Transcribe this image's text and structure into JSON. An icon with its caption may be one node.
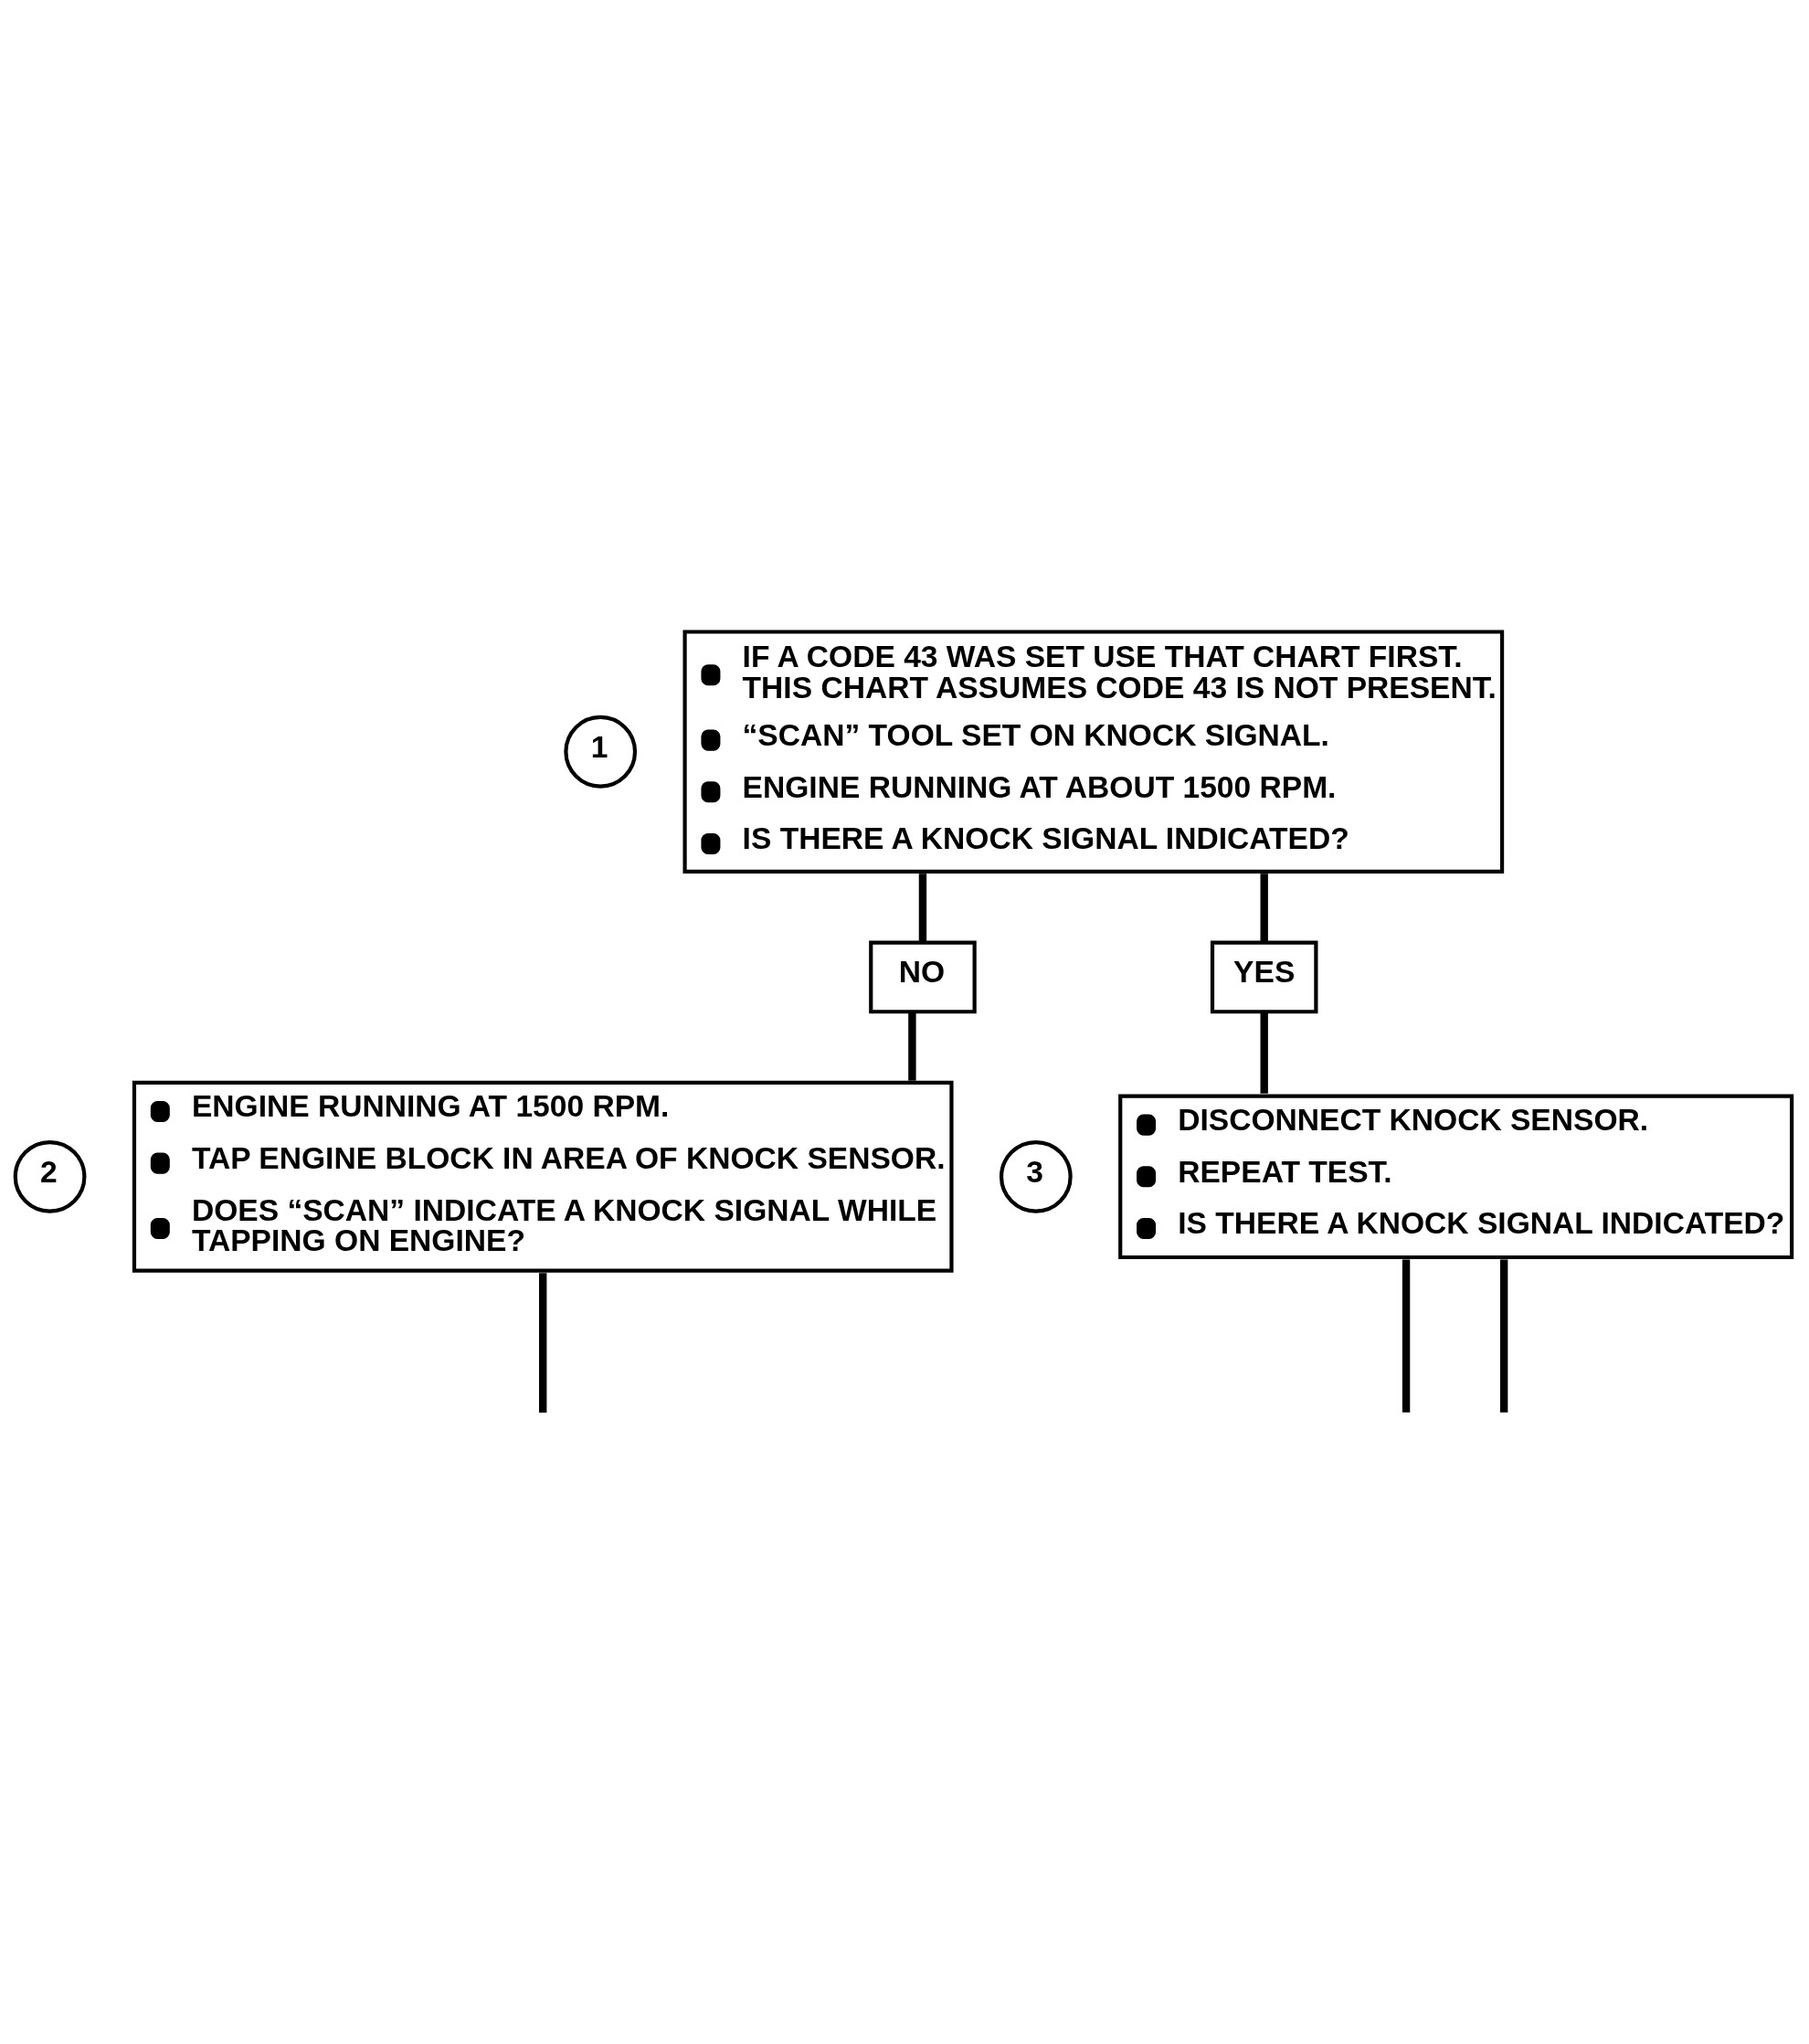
{
  "diagram": {
    "nodes": [
      {
        "text": [
          "IF A CODE 43 WAS SET USE THAT CHART FIRST. THIS CHART ASSUMES CODE 43 IS NOT PRESENT.",
          "“SCAN” TOOL SET ON KNOCK SIGNAL.",
          "ENGINE RUNNING AT ABOUT 1500 RPM.",
          "IS THERE A KNOCK SIGNAL INDICATED?"
        ],
        "beside": [
          "1"
        ]
      },
      {
        "text": [
          "NO"
        ]
      },
      {
        "text": [
          "YES"
        ]
      },
      {
        "text": [
          "ENGINE RUNNING AT 1500 RPM.",
          "TAP ENGINE BLOCK IN AREA OF KNOCK SENSOR.",
          "DOES “SCAN” INDICATE A KNOCK SIGNAL WHILE TAPPING ON ENGINE?"
        ],
        "beside": [
          "2"
        ]
      },
      {
        "text": [
          "DISCONNECT KNOCK SENSOR.",
          "REPEAT TEST.",
          "IS THERE A KNOCK SIGNAL INDICATED?"
        ],
        "beside": [
          "3"
        ]
      }
    ],
    "edges": [
      {
        "from": 0,
        "to": 1,
        "arrow": "none"
      },
      {
        "from": 0,
        "to": 2,
        "arrow": "none"
      },
      {
        "from": 1,
        "to": 3,
        "arrow": "none"
      },
      {
        "from": 2,
        "to": 4,
        "arrow": "none"
      },
      {
        "from": 3,
        "to": null,
        "arrow": "none"
      },
      {
        "from": 4,
        "to": null,
        "arrow": "none"
      },
      {
        "from": 4,
        "to": null,
        "arrow": "none"
      }
    ]
  }
}
